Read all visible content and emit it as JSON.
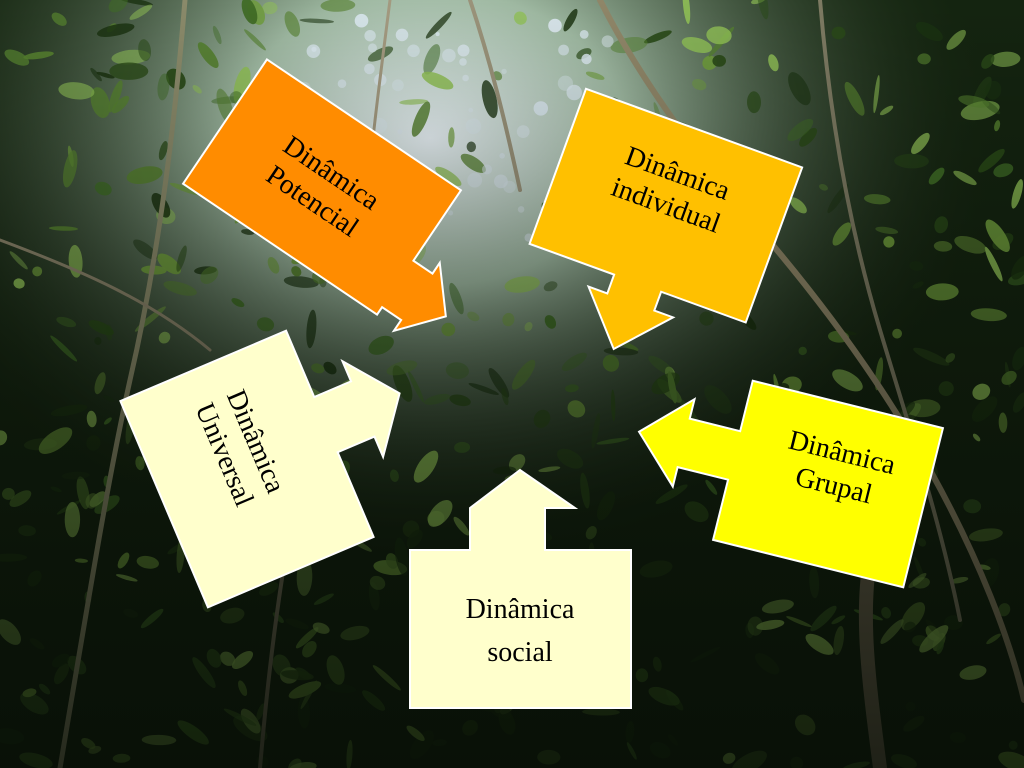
{
  "callouts": {
    "potencial": {
      "line1": "Dinâmica",
      "line2": "Potencial",
      "fill": "#FF8C00"
    },
    "individual": {
      "line1": "Dinâmica",
      "line2": "individual",
      "fill": "#FFC000"
    },
    "universal": {
      "line1": "Dinâmica",
      "line2": "Universal",
      "fill": "#FFFFCC"
    },
    "grupal": {
      "line1": "Dinâmica",
      "line2": "Grupal",
      "fill": "#FFFF00"
    },
    "social": {
      "line1": "Dinâmica",
      "line2": "social",
      "fill": "#FFFFCC"
    }
  },
  "background": {
    "subject": "forest canopy",
    "colors": {
      "sky": "#dbe8f0",
      "leaf_dark": "#1b3311",
      "leaf_mid": "#3f6b25",
      "leaf_light": "#8fbf55",
      "trunk": "#7a7058"
    }
  }
}
